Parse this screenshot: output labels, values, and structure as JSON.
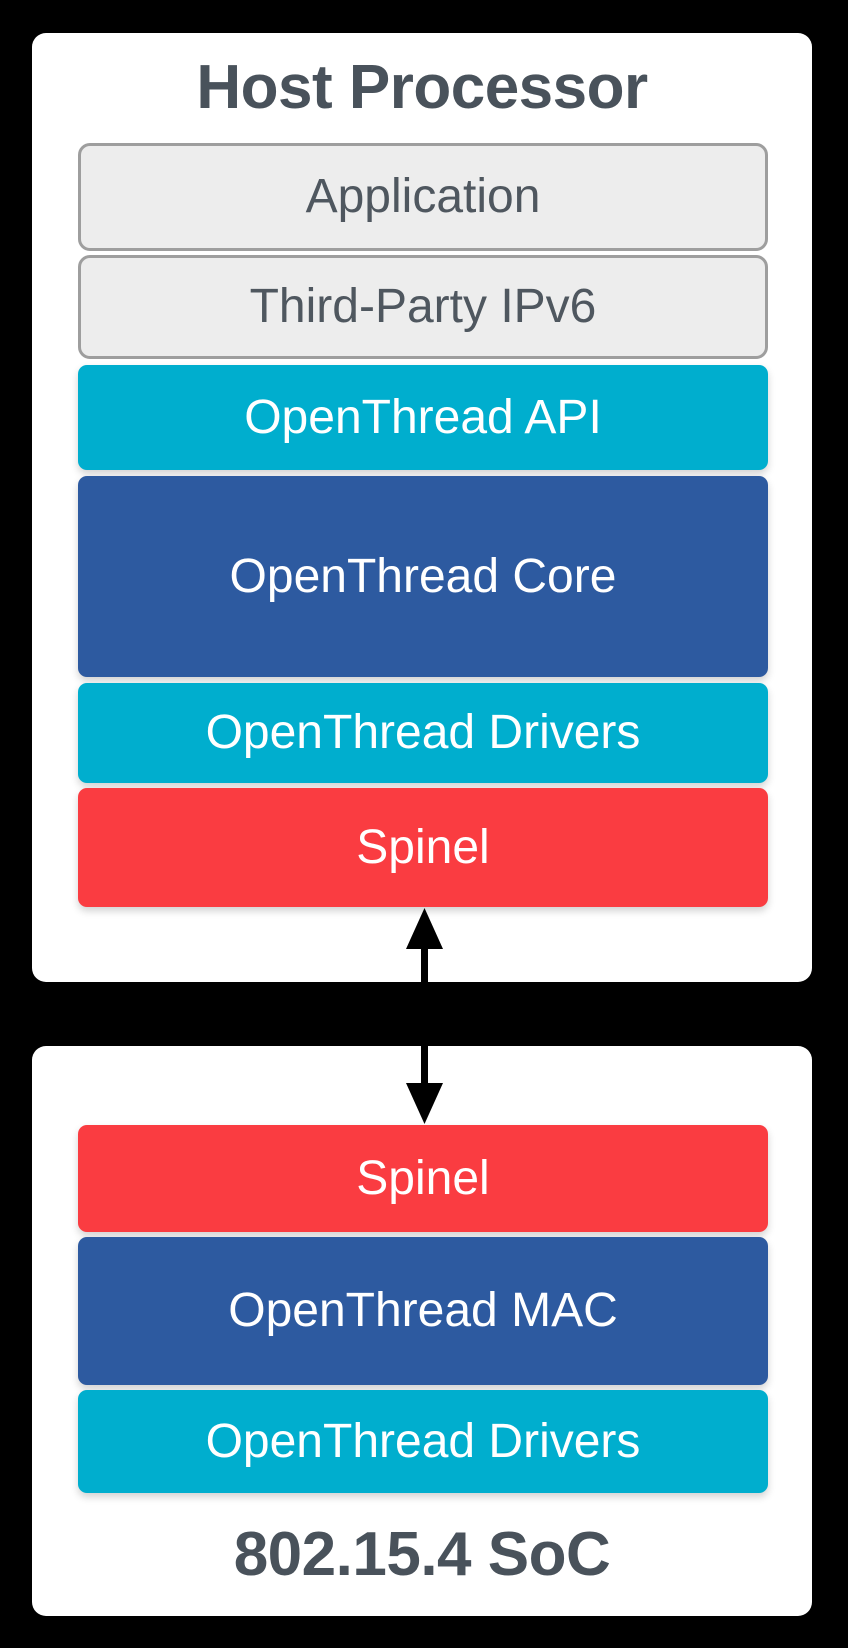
{
  "diagram": {
    "host": {
      "title": "Host Processor",
      "layers": [
        {
          "label": "Application",
          "type": "gray"
        },
        {
          "label": "Third-Party IPv6",
          "type": "gray"
        },
        {
          "label": "OpenThread API",
          "type": "cyan"
        },
        {
          "label": "OpenThread Core",
          "type": "blue"
        },
        {
          "label": "OpenThread Drivers",
          "type": "cyan"
        },
        {
          "label": "Spinel",
          "type": "red"
        }
      ]
    },
    "soc": {
      "title": "802.15.4 SoC",
      "layers": [
        {
          "label": "Spinel",
          "type": "red"
        },
        {
          "label": "OpenThread MAC",
          "type": "blue"
        },
        {
          "label": "OpenThread Drivers",
          "type": "cyan"
        }
      ]
    },
    "connector": {
      "icon": "double-headed-vertical-arrow",
      "direction": "bidirectional",
      "connects": [
        "Spinel (Host Processor)",
        "Spinel (802.15.4 SoC)"
      ],
      "color": "#000000"
    },
    "colors": {
      "cyan": "#00AECE",
      "blue": "#2D5AA0",
      "red": "#FA3C41",
      "gray_fill": "#EDEDED",
      "gray_border": "#9E9E9E",
      "gray_text": "#4F575F",
      "title_text": "#49525B",
      "white_text": "#FFFFFF",
      "background": "#000000"
    }
  }
}
